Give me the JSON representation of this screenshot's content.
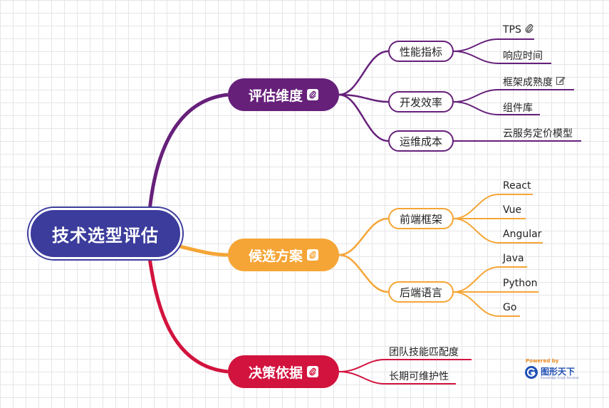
{
  "root": {
    "label": "技术选型评估"
  },
  "branches": {
    "eval": {
      "label": "评估维度",
      "color": "#66207a",
      "subs": [
        {
          "label": "性能指标",
          "leaves": [
            "TPS",
            "响应时间"
          ]
        },
        {
          "label": "开发效率",
          "leaves": [
            "框架成熟度",
            "组件库"
          ]
        },
        {
          "label": "运维成本",
          "leaves": [
            "云服务定价模型"
          ]
        }
      ]
    },
    "cand": {
      "label": "候选方案",
      "color": "#f5a536",
      "subs": [
        {
          "label": "前端框架",
          "leaves": [
            "React",
            "Vue",
            "Angular"
          ]
        },
        {
          "label": "后端语言",
          "leaves": [
            "Java",
            "Python",
            "Go"
          ]
        }
      ]
    },
    "decide": {
      "label": "决策依据",
      "color": "#d2133e",
      "leaves": [
        "团队技能匹配度",
        "长期可维护性"
      ]
    }
  },
  "icons": {
    "attachment": "paperclip-icon",
    "note": "edit-note-icon",
    "brand": "tuxingtianxia-logo"
  },
  "brand": {
    "powered": "Powered by",
    "name": "图形天下",
    "tagline": "Knowledge Graph Services"
  },
  "colors": {
    "root": "#3b3c9c",
    "grid": "#e6e6ea"
  }
}
